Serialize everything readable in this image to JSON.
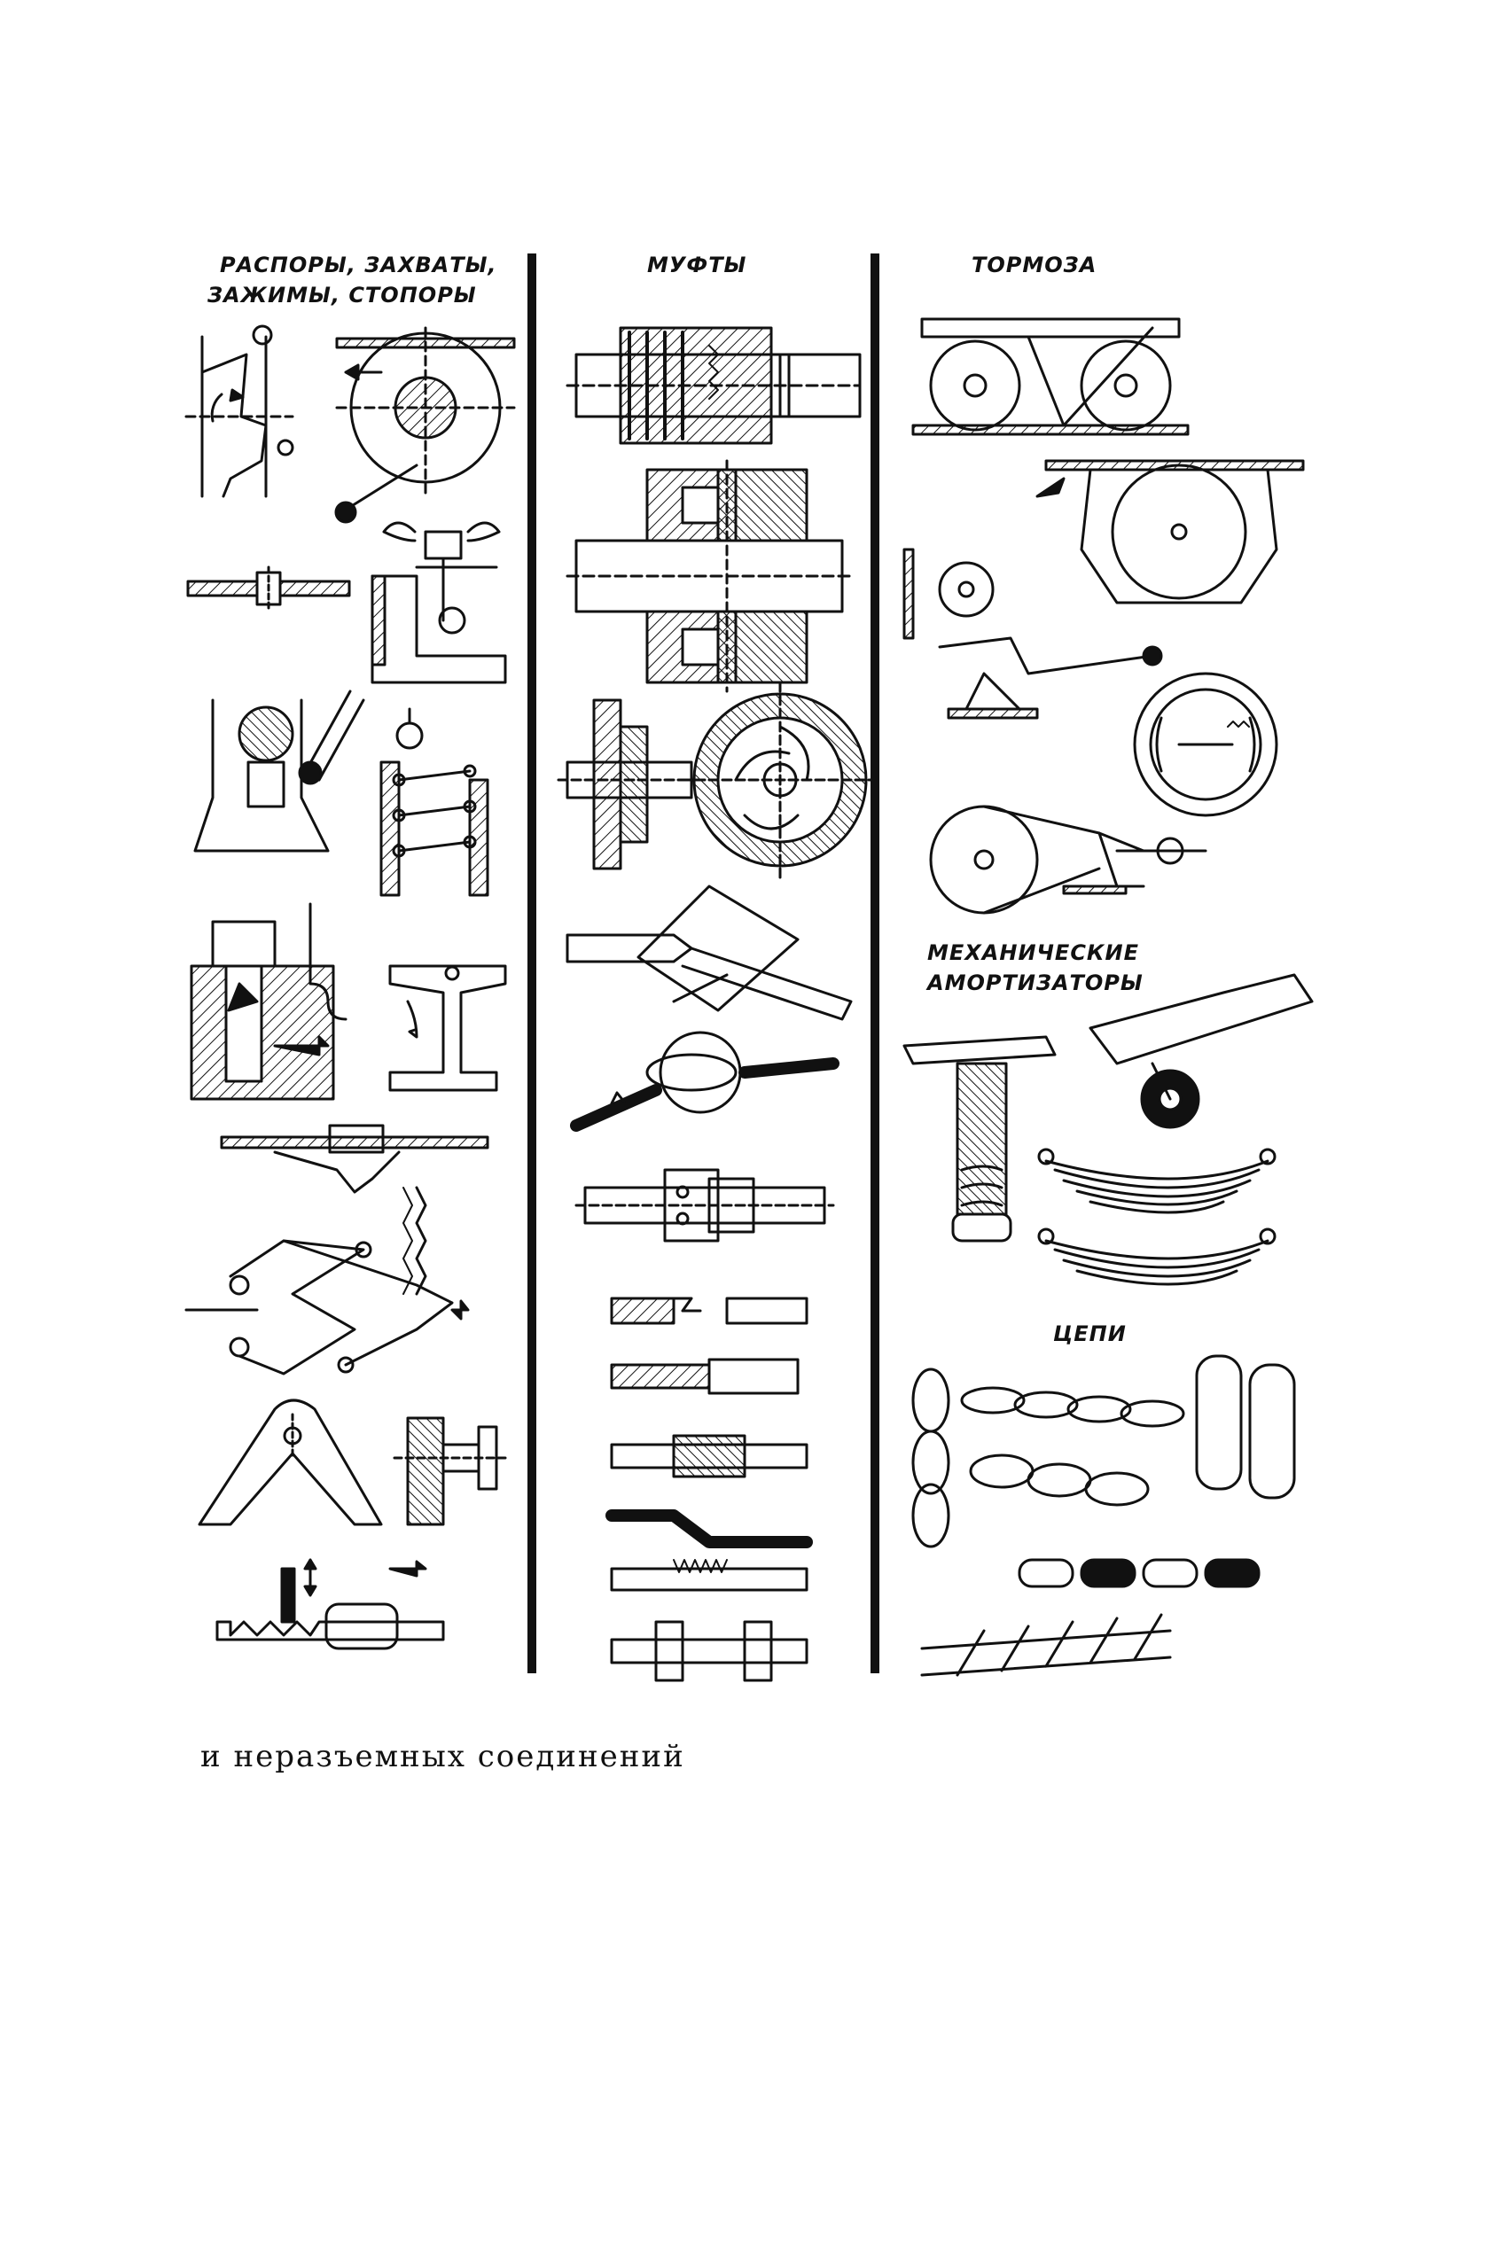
{
  "columns": [
    {
      "id": "clamps",
      "heading_lines": [
        "РАСПОРЫ, ЗАХВАТЫ,",
        "ЗАЖИМЫ, СТОПОРЫ"
      ]
    },
    {
      "id": "couplings",
      "heading_lines": [
        "МУФТЫ"
      ]
    },
    {
      "id": "brakes",
      "heading_lines": [
        "ТОРМОЗА"
      ]
    }
  ],
  "subsections": {
    "shock_absorbers": {
      "heading_lines": [
        "МЕХАНИЧЕСКИЕ",
        "АМОРТИЗАТОРЫ"
      ]
    },
    "chains": {
      "heading_lines": [
        "ЦЕПИ"
      ]
    }
  },
  "caption": "и неразъемных соединений",
  "colors": {
    "ink": "#111111",
    "paper": "#ffffff"
  }
}
